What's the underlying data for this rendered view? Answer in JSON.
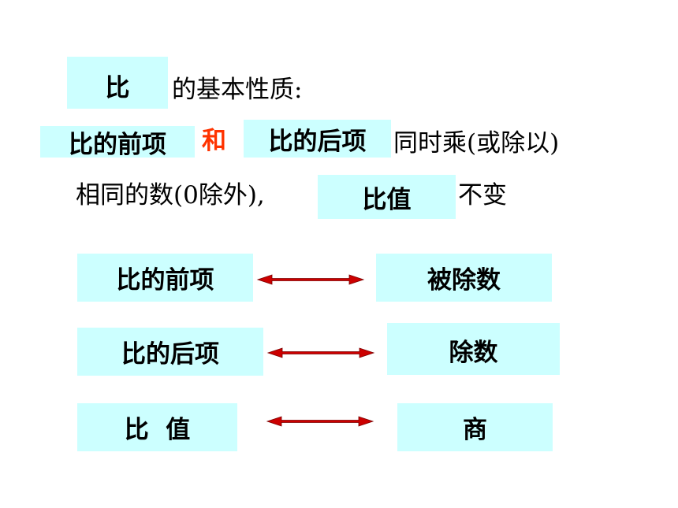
{
  "colors": {
    "box_fill": "#ccffff",
    "accent_red": "#ff3300",
    "arrow_fill": "#cc0000"
  },
  "heading": {
    "box_word": "比",
    "suffix": "的基本性质:"
  },
  "statement": {
    "term1": "比的前项",
    "conj": "和",
    "term2": "比的后项",
    "line1_tail": "同时乘(或除以)",
    "line2_head": "相同的数(0除外),",
    "term3": "比值",
    "line2_tail": "不变"
  },
  "correspondence": [
    {
      "left": "比的前项",
      "right": "被除数"
    },
    {
      "left": "比的后项",
      "right": "除数"
    },
    {
      "left": "比  值",
      "right": "商"
    }
  ]
}
